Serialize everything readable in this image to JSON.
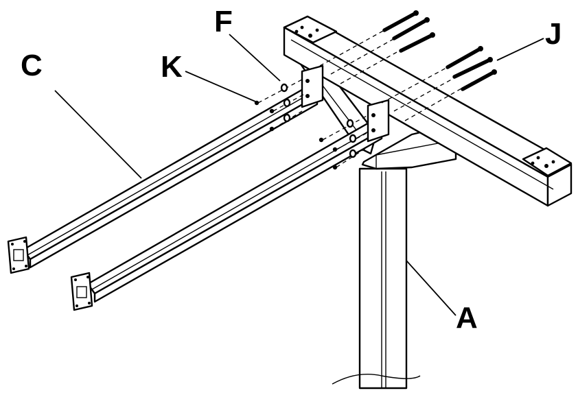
{
  "labels": {
    "a": "A",
    "c": "C",
    "f": "F",
    "j": "J",
    "k": "K"
  }
}
